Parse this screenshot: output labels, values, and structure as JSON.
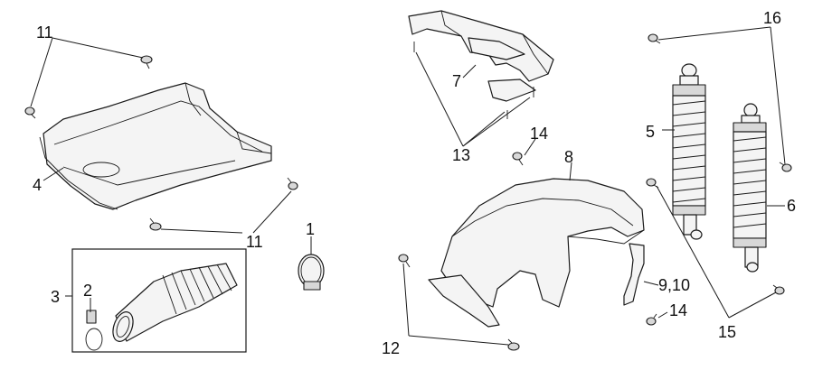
{
  "callouts": {
    "c1": "1",
    "c2": "2",
    "c3": "3",
    "c4": "4",
    "c5": "5",
    "c6": "6",
    "c7": "7",
    "c8": "8",
    "c9_10": "9,10",
    "c11_top": "11",
    "c11_bottom": "11",
    "c12": "12",
    "c13": "13",
    "c14_top": "14",
    "c14_bottom": "14",
    "c15": "15",
    "c16": "16"
  },
  "colors": {
    "line": "#1a1a1a",
    "fill": "#f4f4f4",
    "shade": "#d8d8d8"
  }
}
